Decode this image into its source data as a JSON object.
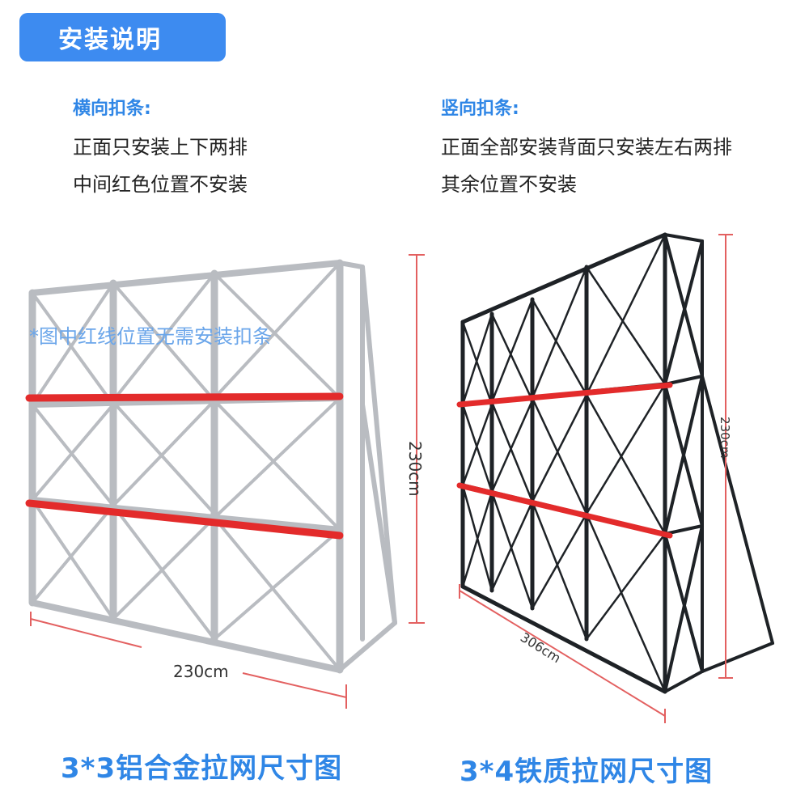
{
  "header": {
    "title": "安装说明"
  },
  "left_instructions": {
    "heading": "横向扣条:",
    "lines": [
      "正面只安装上下两排",
      "中间红色位置不安装"
    ]
  },
  "right_instructions": {
    "heading": "竖向扣条:",
    "lines": [
      "正面全部安装背面只安装左右两排",
      "其余位置不安装"
    ]
  },
  "note": "*图中红线位置无需安装扣条",
  "left_figure": {
    "height_label": "230cm",
    "width_label": "230cm",
    "caption": "3*3铝合金拉网尺寸图"
  },
  "right_figure": {
    "height_label": "230cm",
    "width_label": "306cm",
    "caption": "3*4铁质拉网尺寸图"
  },
  "colors": {
    "accent": "#3d8bf0",
    "heading_blue": "#2f86e6",
    "red_marker": "#e32b2b",
    "aluminum": "#b9bcc1",
    "iron": "#1e2226"
  }
}
